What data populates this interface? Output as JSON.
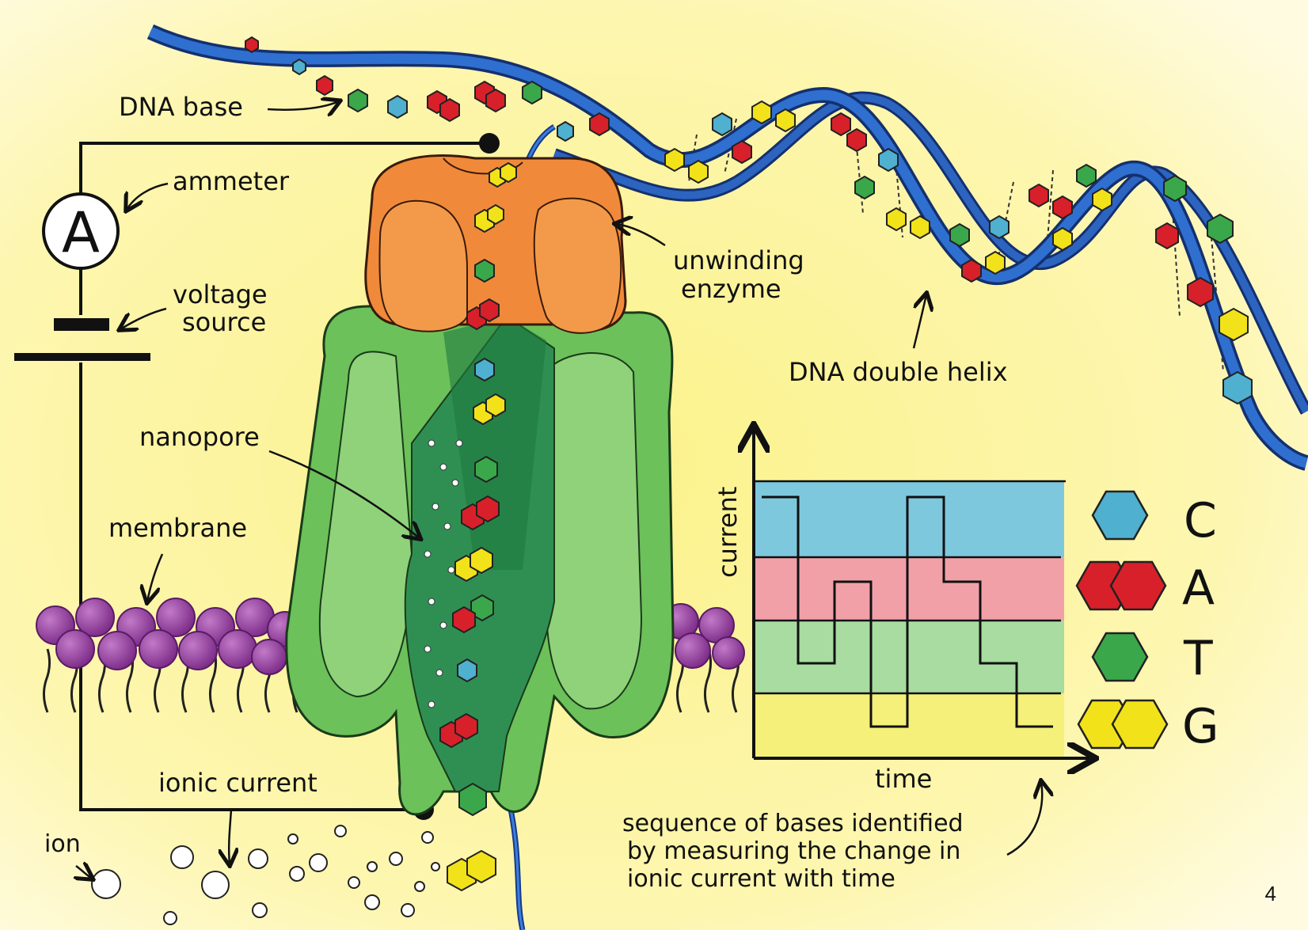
{
  "labels": {
    "dna_base": "DNA base",
    "ammeter": "ammeter",
    "ammeter_symbol": "A",
    "voltage_line1": "voltage",
    "voltage_line2": "source",
    "enzyme_line1": "unwinding",
    "enzyme_line2": "enzyme",
    "double_helix": "DNA double helix",
    "nanopore": "nanopore",
    "membrane": "membrane",
    "ionic_current": "ionic current",
    "ion": "ion",
    "caption_line1": "sequence of bases identified",
    "caption_line2": "by measuring the change in",
    "caption_line3": "ionic current  with time"
  },
  "graph": {
    "y_axis": "current",
    "x_axis": "time",
    "bands": [
      {
        "base": "C",
        "color": "#7ec8de"
      },
      {
        "base": "A",
        "color": "#f2a0a8"
      },
      {
        "base": "T",
        "color": "#a8dca0"
      },
      {
        "base": "G",
        "color": "#f4f07a"
      }
    ],
    "trace_sequence": [
      "C",
      "T",
      "A",
      "G",
      "C",
      "A",
      "T",
      "G"
    ]
  },
  "legend": [
    {
      "letter": "C",
      "color": "#4fb0cf",
      "shape": "hexagon"
    },
    {
      "letter": "A",
      "color": "#d8202a",
      "shape": "double-hexagon"
    },
    {
      "letter": "T",
      "color": "#3aa84a",
      "shape": "hexagon"
    },
    {
      "letter": "G",
      "color": "#f2e21a",
      "shape": "double-hexagon"
    }
  ],
  "page_number": "4"
}
